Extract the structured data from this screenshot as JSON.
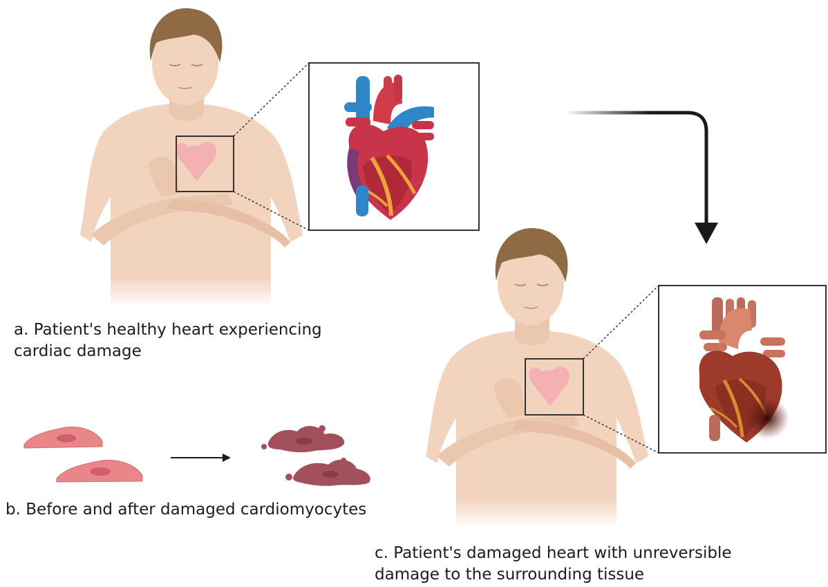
{
  "captions": {
    "a": [
      "a. Patient's healthy heart experiencing",
      "cardiac damage"
    ],
    "b": [
      "b. Before and after damaged cardiomyocytes"
    ],
    "c": [
      "c. Patient's damaged heart with unreversible",
      "damage to the surrounding tissue"
    ]
  },
  "colors": {
    "skin": "#f2d3bd",
    "skin_shade": "#e7bfa6",
    "hair": "#8f6a44",
    "healthy_heart": "#c8344a",
    "vein_blue": "#2f86c8",
    "damaged_heart": "#9c3a2b",
    "cell_healthy": "#e8868a",
    "cell_damaged": "#a2505c",
    "frame": "#333333",
    "arrow": "#1a1a1a"
  }
}
